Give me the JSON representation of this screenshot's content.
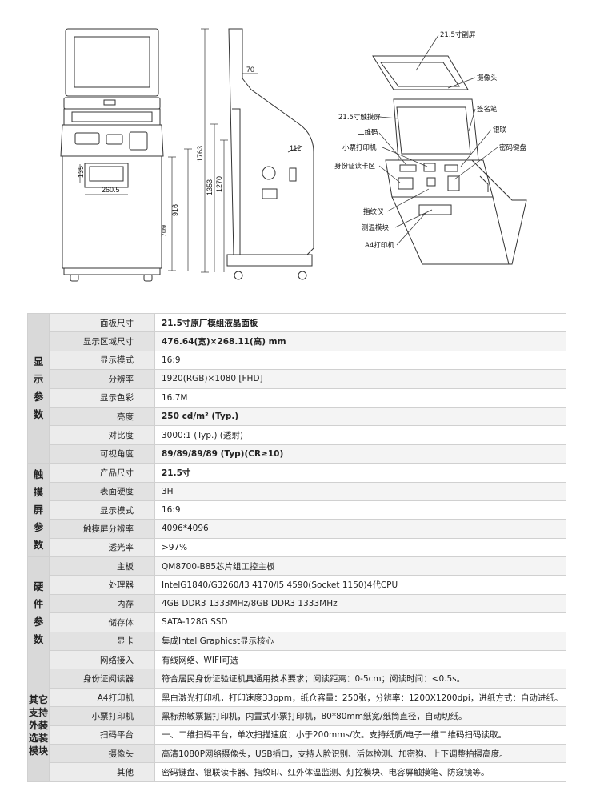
{
  "drawing": {
    "dims": {
      "d70": "70",
      "d112": "112",
      "d1763": "1763",
      "d1353": "1353",
      "d1270": "1270",
      "d916": "916",
      "d709": "709",
      "d135": "135",
      "d2605": "260.5"
    },
    "callouts": {
      "sub_screen": "21.5寸副屏",
      "camera": "摄像头",
      "touch_screen": "21.5寸触摸屏",
      "sign_pen": "签名笔",
      "qr_code": "二维码",
      "unionpay": "银联",
      "receipt_printer": "小票打印机",
      "pin_pad": "密码键盘",
      "id_reader": "身份证读卡区",
      "fingerprint": "指纹仪",
      "temperature": "测温模块",
      "a4_printer": "A4打印机"
    }
  },
  "specs": [
    {
      "category": "显示参数",
      "rows": [
        {
          "label": "面板尺寸",
          "value": "21.5寸原厂模组液晶面板",
          "bold": true
        },
        {
          "label": "显示区域尺寸",
          "value": "476.64(宽)×268.11(高) mm",
          "bold": true
        },
        {
          "label": "显示模式",
          "value": "16:9",
          "bold": false
        },
        {
          "label": "分辨率",
          "value": "1920(RGB)×1080 [FHD]",
          "bold": false
        },
        {
          "label": "显示色彩",
          "value": "16.7M",
          "bold": false
        },
        {
          "label": "亮度",
          "value": "250 cd/m² (Typ.)",
          "bold": true
        },
        {
          "label": "对比度",
          "value": "3000:1 (Typ.) (透射)",
          "bold": false
        },
        {
          "label": "可视角度",
          "value": "89/89/89/89 (Typ)(CR≥10)",
          "bold": true
        }
      ]
    },
    {
      "category": "触摸屏参数",
      "rows": [
        {
          "label": "产品尺寸",
          "value": "21.5寸",
          "bold": true
        },
        {
          "label": "表面硬度",
          "value": "3H",
          "bold": false
        },
        {
          "label": "显示模式",
          "value": "16:9",
          "bold": false
        },
        {
          "label": "触摸屏分辨率",
          "value": "4096*4096",
          "bold": false
        },
        {
          "label": "透光率",
          "value": ">97%",
          "bold": false
        }
      ]
    },
    {
      "category": "硬件参数",
      "rows": [
        {
          "label": "主板",
          "value": "QM8700-B85芯片组工控主板",
          "bold": false
        },
        {
          "label": "处理器",
          "value": "IntelG1840/G3260/I3 4170/I5 4590(Socket 1150)4代CPU",
          "bold": false
        },
        {
          "label": "内存",
          "value": "4GB DDR3 1333MHz/8GB DDR3 1333MHz",
          "bold": false
        },
        {
          "label": "储存体",
          "value": "SATA-128G SSD",
          "bold": false
        },
        {
          "label": "显卡",
          "value": "集成Intel Graphicst显示核心",
          "bold": false
        },
        {
          "label": "网络接入",
          "value": "有线网络、WIFI可选",
          "bold": false
        }
      ]
    },
    {
      "category": "其它支持外装选装模块",
      "rows": [
        {
          "label": "身份证阅读器",
          "value": "符合居民身份证验证机具通用技术要求；阅读距离：0-5cm；阅读时间：<0.5s。",
          "bold": false
        },
        {
          "label": "A4打印机",
          "value": "黑白激光打印机，打印速度33ppm，纸仓容量：250张，分辨率：1200X1200dpi，进纸方式：自动进纸。",
          "bold": false
        },
        {
          "label": "小票打印机",
          "value": "黑标热敏票据打印机，内置式小票打印机，80*80mm纸宽/纸筒直径，自动切纸。",
          "bold": false
        },
        {
          "label": "扫码平台",
          "value": "一、二维扫码平台，单次扫描速度：小于200mms/次。支持纸质/电子一维二维码扫码读取。",
          "bold": false
        },
        {
          "label": "摄像头",
          "value": "高清1080P网络摄像头，USB插口，支持人脸识别、活体检测、加密狗、上下调整拍摄高度。",
          "bold": false
        },
        {
          "label": "其他",
          "value": "密码键盘、银联读卡器、指纹印、红外体温监测、灯控模块、电容屏触摸笔、防窥镜等。",
          "bold": false
        }
      ]
    }
  ]
}
